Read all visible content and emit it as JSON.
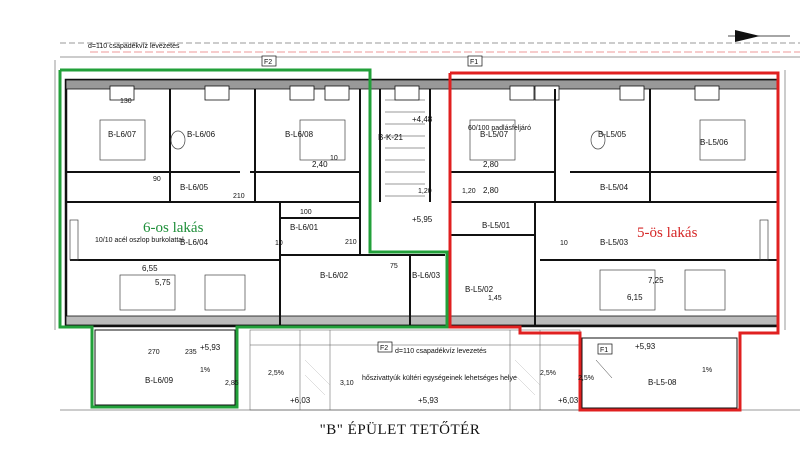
{
  "title": "\"B\" ÉPÜLET TETŐTÉR",
  "units": [
    {
      "label": "6-os lakás",
      "color": "#22a03a"
    },
    {
      "label": "5-ös lakás",
      "color": "#e02020"
    }
  ],
  "rooms": [
    "B-L6/07",
    "B-L6/06",
    "B-L6/08",
    "B-L6/05",
    "B-L6/04",
    "B-L6/01",
    "B-L6/02",
    "B-L6/03",
    "B-L6/09",
    "B-L5/07",
    "B-L5/05",
    "B-L5/06",
    "B-L5/04",
    "B-L5/03",
    "B-L5/01",
    "B-L5/02",
    "B-L5-08",
    "B-K-21"
  ],
  "notes": {
    "pipe_top": "d=110 csapadékvíz levezetés",
    "pipe_bottom": "d=110 csapadékvíz levezetés",
    "column": "10/10 acél oszlop burkolattal",
    "ceiling": "60/100 padlásfeljáró",
    "hvac": "hőszivattyúk kültéri egységeinek lehetséges helye"
  },
  "levels": [
    "+4,48",
    "+5,95",
    "+5,93",
    "+5,93",
    "+5,93",
    "+6,03",
    "+6,03"
  ],
  "dims": [
    "2,40",
    "2,80",
    "2,80",
    "6,55",
    "5,75",
    "7,25",
    "6,15",
    "10",
    "10",
    "10",
    "210",
    "100",
    "210",
    "130",
    "90",
    "75",
    "270",
    "235",
    "2,85",
    "1,20",
    "1,20",
    "3,10",
    "1,45"
  ],
  "markers": [
    "F1",
    "F2",
    "F1",
    "F2"
  ],
  "slopes": [
    "1%",
    "1%",
    "2,5%",
    "2,5%",
    "2,5%"
  ]
}
